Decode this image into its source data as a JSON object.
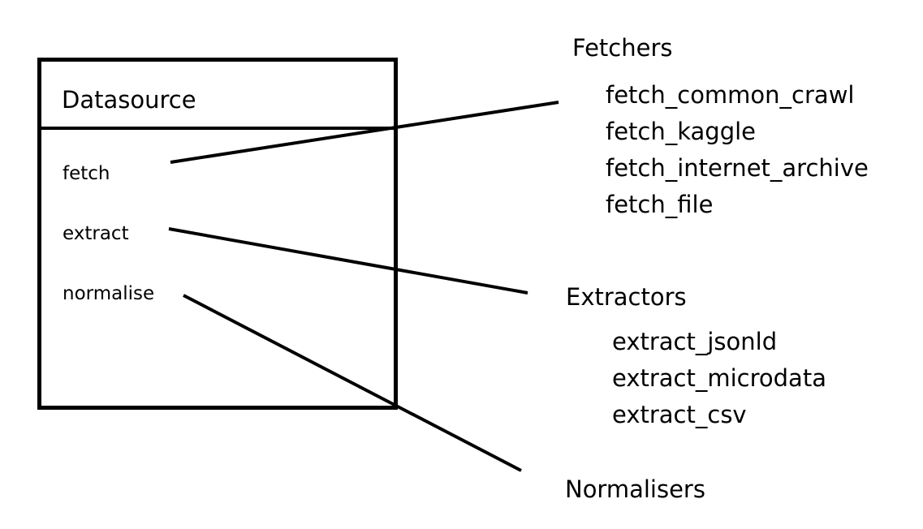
{
  "datasource": {
    "title": "Datasource",
    "methods": [
      "fetch",
      "extract",
      "normalise"
    ]
  },
  "fetchers": {
    "title": "Fetchers",
    "items": [
      "fetch_common_crawl",
      "fetch_kaggle",
      "fetch_internet_archive",
      "fetch_file"
    ]
  },
  "extractors": {
    "title": "Extractors",
    "items": [
      "extract_jsonld",
      "extract_microdata",
      "extract_csv"
    ]
  },
  "normalisers": {
    "title": "Normalisers"
  },
  "colors": {
    "ink": "#000000",
    "background": "#ffffff"
  }
}
